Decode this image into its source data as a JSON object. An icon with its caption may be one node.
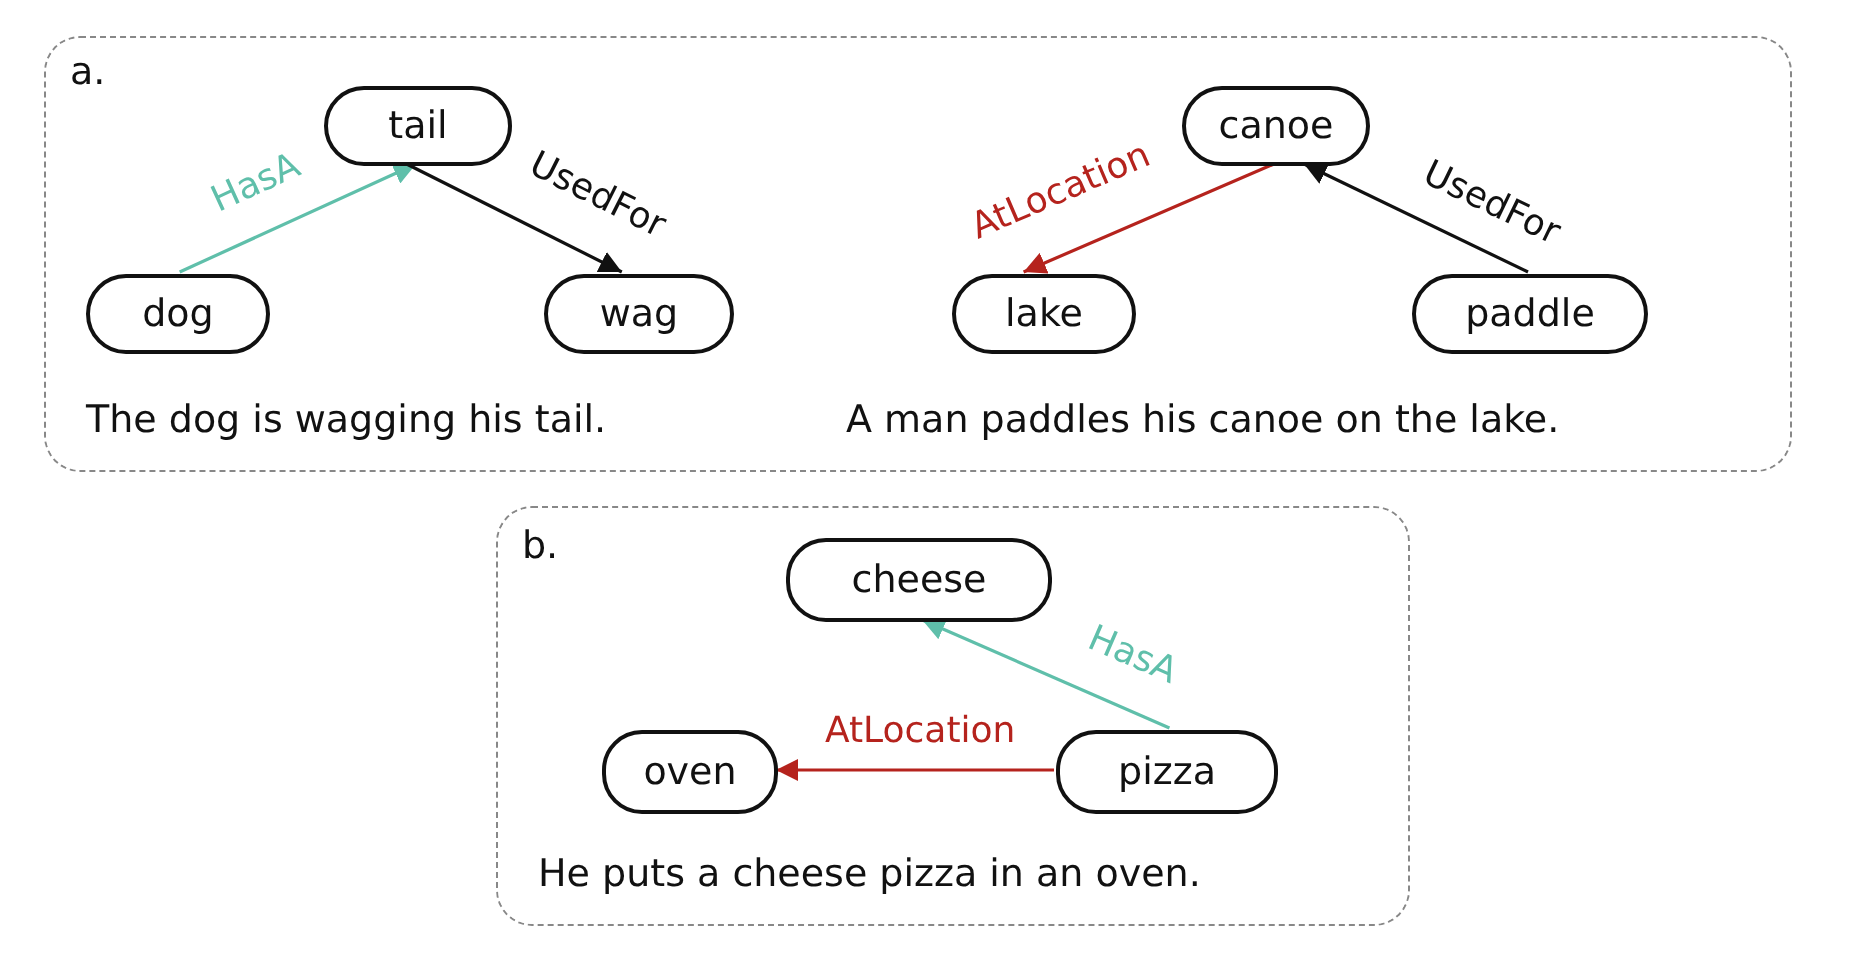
{
  "diagram": {
    "nodes": [
      {
        "text": [
          "a.",
          "The dog is wagging his tail.",
          "A man paddles his canoe on the lake."
        ]
      },
      {
        "text": [
          "tail"
        ],
        "in": 0
      },
      {
        "text": [
          "dog"
        ],
        "in": 0
      },
      {
        "text": [
          "wag"
        ],
        "in": 0
      },
      {
        "text": [
          "canoe"
        ],
        "in": 0
      },
      {
        "text": [
          "lake"
        ],
        "in": 0
      },
      {
        "text": [
          "paddle"
        ],
        "in": 0
      },
      {
        "text": [
          "b.",
          "He puts a cheese pizza in an oven."
        ]
      },
      {
        "text": [
          "cheese"
        ],
        "in": 7
      },
      {
        "text": [
          "oven"
        ],
        "in": 7
      },
      {
        "text": [
          "pizza"
        ],
        "in": 7
      }
    ],
    "edges": [
      {
        "from": 2,
        "to": 1,
        "arrow": "to",
        "label": "HasA",
        "color": "#5fbfaa"
      },
      {
        "from": 1,
        "to": 3,
        "arrow": "to",
        "label": "UsedFor",
        "color": "#111111"
      },
      {
        "from": 4,
        "to": 5,
        "arrow": "to",
        "label": "AtLocation",
        "color": "#b5231d"
      },
      {
        "from": 6,
        "to": 4,
        "arrow": "to",
        "label": "UsedFor",
        "color": "#111111"
      },
      {
        "from": 10,
        "to": 8,
        "arrow": "to",
        "label": "HasA",
        "color": "#5fbfaa"
      },
      {
        "from": 10,
        "to": 9,
        "arrow": "to",
        "label": "AtLocation",
        "color": "#b5231d"
      }
    ]
  }
}
